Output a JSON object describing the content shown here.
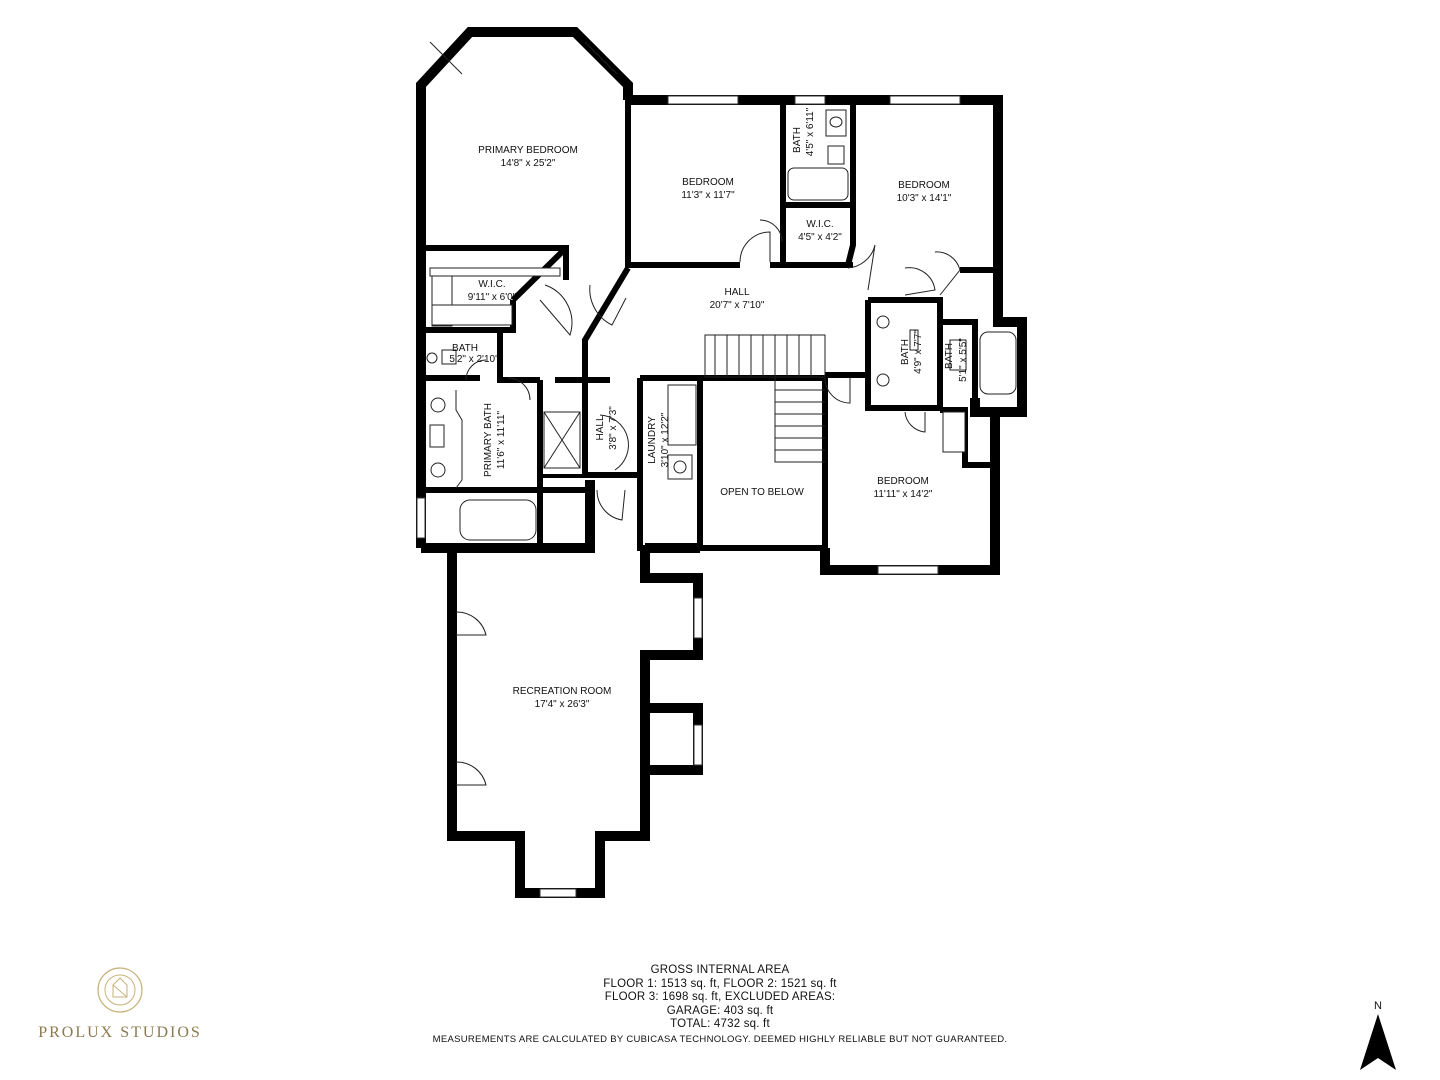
{
  "rooms": {
    "primary_bedroom": {
      "name": "PRIMARY BEDROOM",
      "dims": "14'8\" x 25'2\""
    },
    "bedroom_1": {
      "name": "BEDROOM",
      "dims": "11'3\" x 11'7\""
    },
    "bath_1": {
      "name": "BATH",
      "dims": "4'5\" x 6'11\""
    },
    "wic_1": {
      "name": "W.I.C.",
      "dims": "4'5\" x 4'2\""
    },
    "bedroom_2": {
      "name": "BEDROOM",
      "dims": "10'3\" x 14'1\""
    },
    "wic_primary": {
      "name": "W.I.C.",
      "dims": "9'11\" x 6'0\""
    },
    "hall_main": {
      "name": "HALL",
      "dims": "20'7\" x 7'10\""
    },
    "bath_small": {
      "name": "BATH",
      "dims": "5'2\" x 2'10\""
    },
    "primary_bath": {
      "name": "PRIMARY BATH",
      "dims": "11'6\" x 11'11\""
    },
    "hall_small": {
      "name": "HALL",
      "dims": "3'8\" x 7'3\""
    },
    "laundry": {
      "name": "LAUNDRY",
      "dims": "3'10\" x 12'2\""
    },
    "open_to_below": {
      "name": "OPEN TO BELOW"
    },
    "bath_2": {
      "name": "BATH",
      "dims": "4'9\" x 7'7\""
    },
    "bath_3": {
      "name": "BATH",
      "dims": "5'1\" x 5'5\""
    },
    "bedroom_3": {
      "name": "BEDROOM",
      "dims": "11'11\" x 14'2\""
    },
    "recreation_room": {
      "name": "RECREATION ROOM",
      "dims": "17'4\" x 26'3\""
    }
  },
  "footer": {
    "title": "GROSS INTERNAL AREA",
    "line1": "FLOOR 1: 1513 sq. ft, FLOOR 2: 1521 sq. ft",
    "line2": "FLOOR 3: 1698 sq. ft, EXCLUDED AREAS:",
    "line3": "GARAGE: 403 sq. ft",
    "line4": "TOTAL: 4732 sq. ft",
    "disclaimer": "MEASUREMENTS ARE CALCULATED BY CUBICASA TECHNOLOGY. DEEMED HIGHLY RELIABLE BUT NOT GUARANTEED."
  },
  "brand": {
    "name": "PROLUX STUDIOS",
    "color": "#8b7a4f"
  },
  "compass": {
    "label": "N",
    "icon": "north-arrow-icon"
  }
}
